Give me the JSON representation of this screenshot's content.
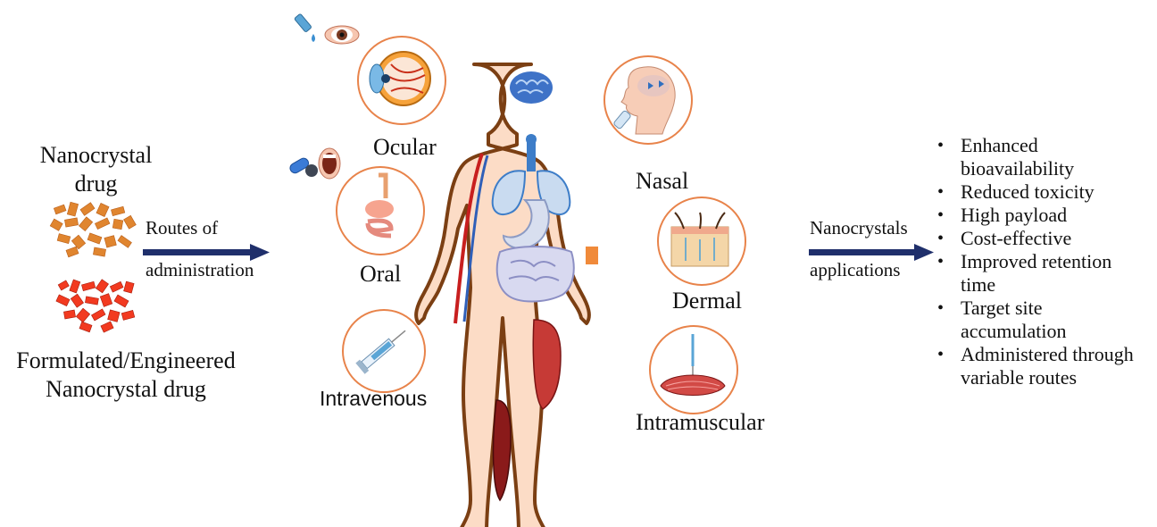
{
  "left": {
    "drug_label_line1": "Nanocrystal",
    "drug_label_line2": "drug",
    "engineered_line1": "Formulated/Engineered",
    "engineered_line2": "Nanocrystal drug",
    "colors": {
      "plain_crystals": "#e0852f",
      "engineered_crystals": "#f23a20"
    }
  },
  "arrow_left": {
    "line1": "Routes of",
    "line2": "administration",
    "color": "#1f2f6b"
  },
  "routes": {
    "ocular": "Ocular",
    "oral": "Oral",
    "intravenous": "Intravenous",
    "nasal": "Nasal",
    "dermal": "Dermal",
    "intramuscular": "Intramuscular"
  },
  "arrow_right": {
    "line1": "Nanocrystals",
    "line2": "applications",
    "color": "#1f2f6b"
  },
  "benefits": [
    {
      "line1": "Enhanced",
      "line2": "bioavailability"
    },
    {
      "line1": "Reduced toxicity",
      "line2": ""
    },
    {
      "line1": "High payload",
      "line2": ""
    },
    {
      "line1": "Cost-effective",
      "line2": ""
    },
    {
      "line1": "Improved retention",
      "line2": "time"
    },
    {
      "line1": "Target site",
      "line2": "accumulation"
    },
    {
      "line1": "Administered through",
      "line2": "variable routes"
    }
  ],
  "icons": {
    "eye-icon": "eye",
    "eye-drop-icon": "dropper",
    "mouth-icon": "mouth",
    "pill-icon": "capsule",
    "syringe-icon": "syringe",
    "body-icon": "human body",
    "brain-icon": "brain",
    "lungs-icon": "lungs",
    "stomach-icon": "stomach",
    "muscle-icon": "muscle",
    "skin-icon": "skin"
  }
}
